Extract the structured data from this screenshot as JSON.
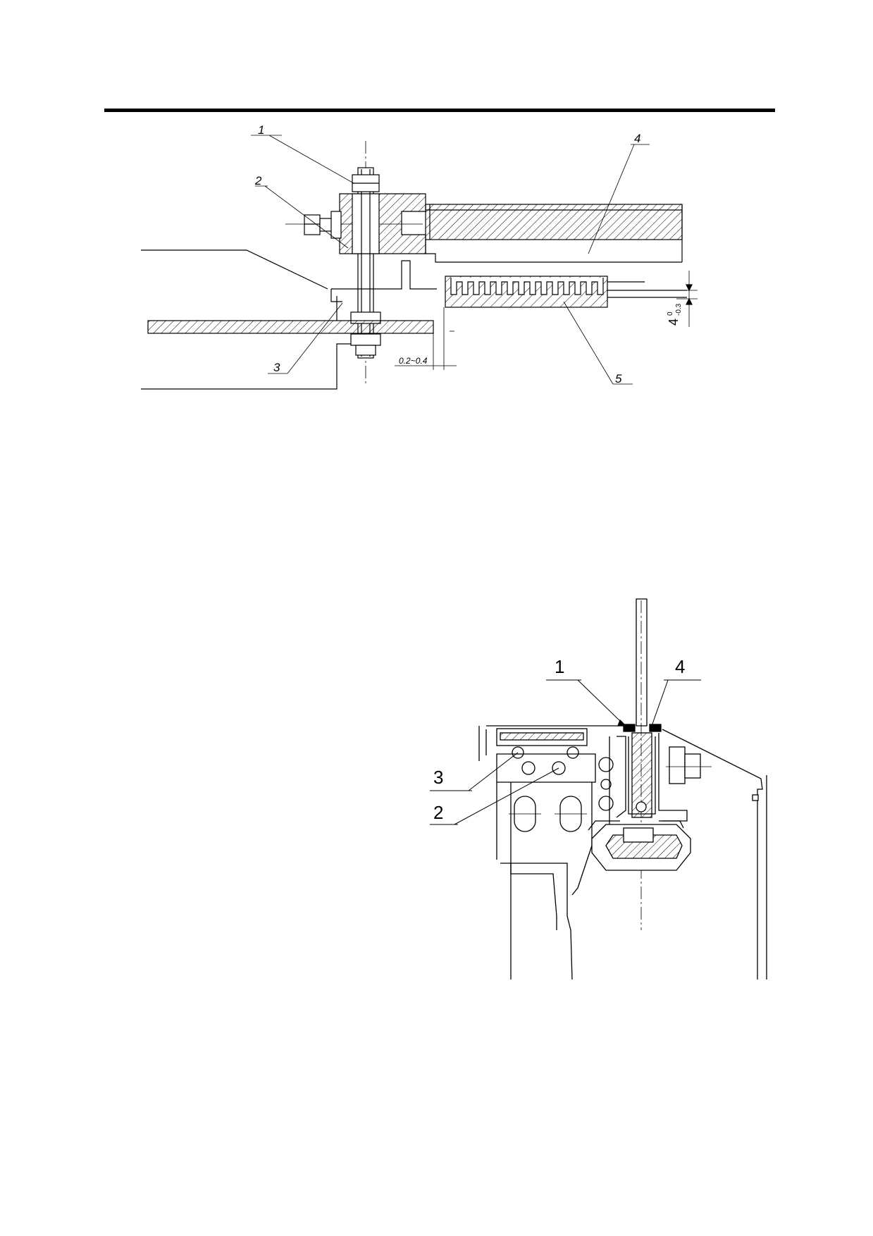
{
  "figure_top": {
    "callouts": {
      "c1": "1",
      "c2": "2",
      "c3": "3",
      "c4": "4",
      "c5": "5"
    },
    "gap_dimension": "0.2~0.4",
    "height_dimension": {
      "base": "4",
      "upper_tolerance": "0",
      "lower_tolerance": "-0.3"
    }
  },
  "figure_bottom": {
    "callouts": {
      "c1": "1",
      "c2": "2",
      "c3": "3",
      "c4": "4"
    }
  },
  "colors": {
    "line": "#000000",
    "background": "#ffffff"
  }
}
